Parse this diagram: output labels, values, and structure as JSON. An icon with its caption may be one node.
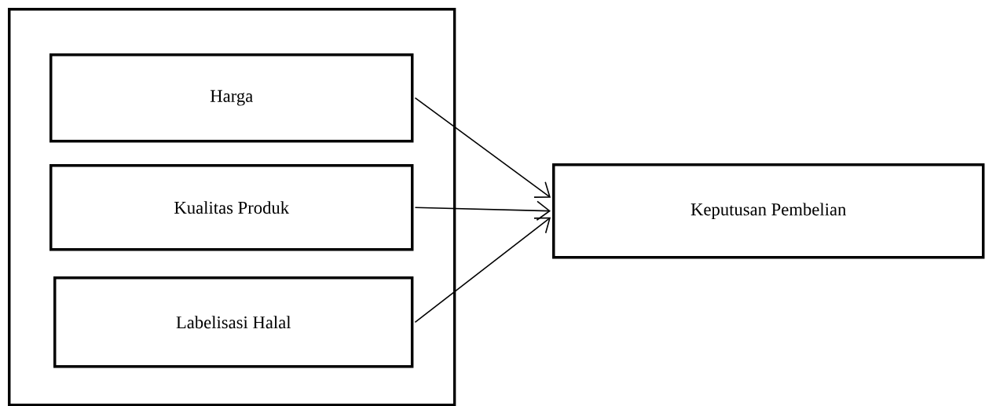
{
  "diagram": {
    "nodes": [
      {
        "text": [],
        "shape": "box"
      },
      {
        "text": [
          "Harga"
        ],
        "in": 0
      },
      {
        "text": [
          "Kualitas Produk"
        ],
        "in": 0
      },
      {
        "text": [
          "Labelisasi Halal"
        ],
        "in": 0
      },
      {
        "text": [
          "Keputusan Pembelian"
        ]
      }
    ],
    "edges": [
      {
        "from": 1,
        "to": 4,
        "arrow": "to"
      },
      {
        "from": 2,
        "to": 4,
        "arrow": "to"
      },
      {
        "from": 3,
        "to": 4,
        "arrow": "to"
      }
    ]
  }
}
